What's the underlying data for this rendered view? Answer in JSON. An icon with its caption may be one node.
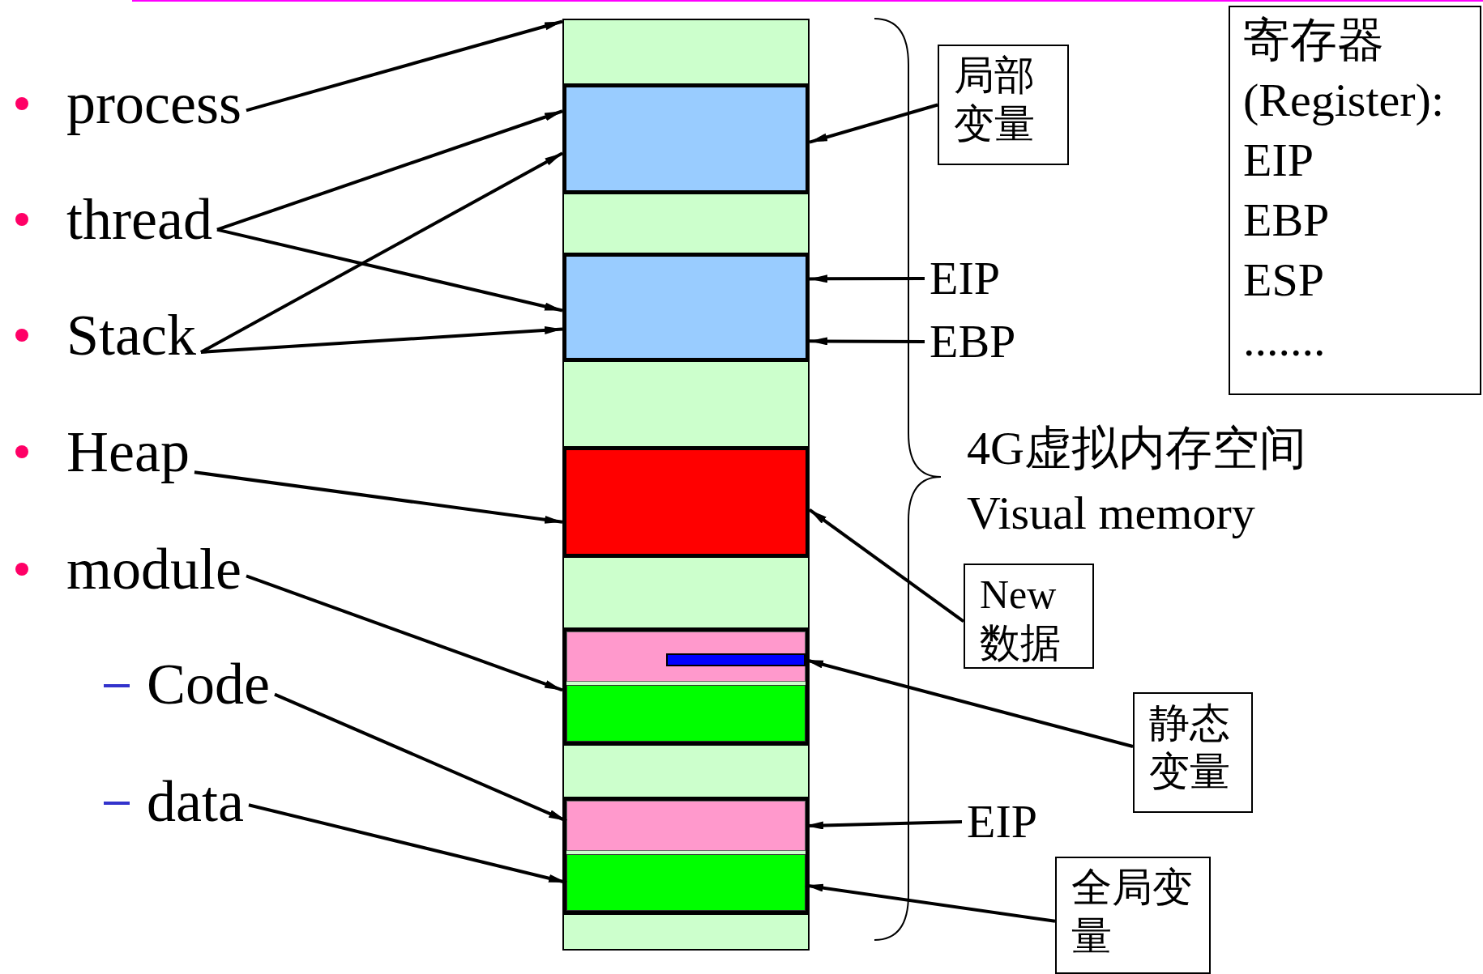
{
  "diagram": {
    "nodes": [
      {
        "text": [
          "process"
        ]
      },
      {
        "text": [
          "thread"
        ]
      },
      {
        "text": [
          "Stack"
        ]
      },
      {
        "text": [
          "Heap"
        ]
      },
      {
        "text": [
          "module"
        ]
      },
      {
        "text": [
          "Code"
        ]
      },
      {
        "text": [
          "data"
        ]
      },
      {
        "text": [],
        "shape": "box"
      },
      {
        "text": [],
        "shape": "box",
        "in": 7
      },
      {
        "text": [],
        "shape": "box",
        "in": 7
      },
      {
        "text": [],
        "shape": "box",
        "in": 7
      },
      {
        "text": [],
        "shape": "box",
        "in": 7
      },
      {
        "text": [],
        "shape": "box",
        "in": 11
      },
      {
        "text": [],
        "shape": "bar",
        "in": 12
      },
      {
        "text": [],
        "shape": "box",
        "in": 11
      },
      {
        "text": [],
        "shape": "box",
        "in": 7
      },
      {
        "text": [],
        "shape": "box",
        "in": 15
      },
      {
        "text": [],
        "shape": "box",
        "in": 15
      },
      {
        "text": [
          "局部变量"
        ]
      },
      {
        "text": [
          "EIP"
        ]
      },
      {
        "text": [
          "EBP"
        ]
      },
      {
        "text": [
          "New 数据"
        ]
      },
      {
        "text": [
          "静态变量"
        ]
      },
      {
        "text": [
          "EIP"
        ]
      },
      {
        "text": [
          "全局变量"
        ]
      },
      {
        "text": [
          "寄存器 (Register):",
          "EIP",
          "EBP",
          "ESP",
          "......."
        ]
      }
    ],
    "edges": [
      {
        "from": 0,
        "to": 7,
        "arrow": "to"
      },
      {
        "from": 1,
        "to": 8,
        "arrow": "to"
      },
      {
        "from": 1,
        "to": 9,
        "arrow": "to"
      },
      {
        "from": 2,
        "to": 8,
        "arrow": "to"
      },
      {
        "from": 2,
        "to": 9,
        "arrow": "to"
      },
      {
        "from": 3,
        "to": 10,
        "arrow": "to"
      },
      {
        "from": 4,
        "to": 11,
        "arrow": "to"
      },
      {
        "from": 5,
        "to": 16,
        "arrow": "to"
      },
      {
        "from": 6,
        "to": 17,
        "arrow": "to"
      },
      {
        "from": 18,
        "to": 8,
        "arrow": "to"
      },
      {
        "from": 19,
        "to": 9,
        "arrow": "to"
      },
      {
        "from": 20,
        "to": 9,
        "arrow": "to"
      },
      {
        "from": 21,
        "to": 10,
        "arrow": "to"
      },
      {
        "from": 22,
        "to": 13,
        "arrow": "to"
      },
      {
        "from": 23,
        "to": 16,
        "arrow": "to"
      },
      {
        "from": 24,
        "to": 17,
        "arrow": "to"
      }
    ],
    "labels": [
      "4G虚拟内存空间",
      "Visual memory"
    ]
  }
}
